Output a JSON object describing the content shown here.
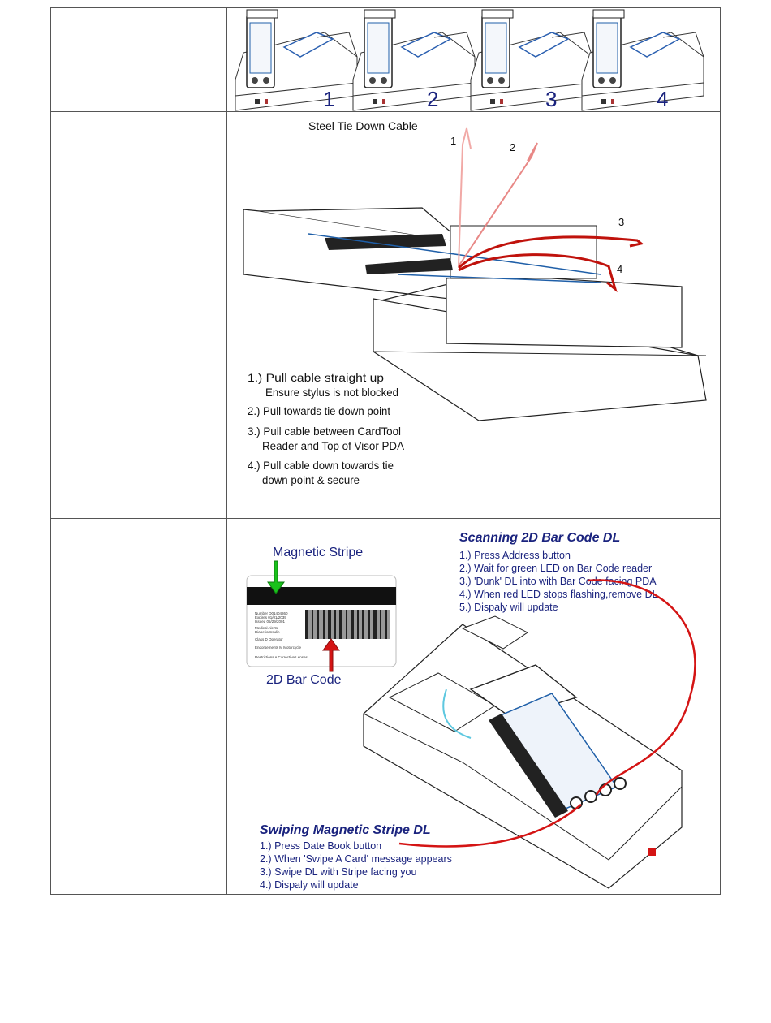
{
  "row1": {
    "step_numbers": [
      "1",
      "2",
      "3",
      "4"
    ]
  },
  "row2": {
    "heading": "Steel Tie Down Cable",
    "callouts": [
      "1",
      "2",
      "3",
      "4"
    ],
    "instructions": [
      {
        "line1": "1.) Pull cable straight up",
        "line2": "Ensure stylus is not blocked"
      },
      {
        "line1": "2.) Pull towards tie down point",
        "line2": ""
      },
      {
        "line1": "3.) Pull cable between CardTool",
        "line2": "Reader and Top of Visor PDA"
      },
      {
        "line1": "4.) Pull cable down towards tie",
        "line2": "down point & secure"
      }
    ]
  },
  "row3": {
    "magnetic_label": "Magnetic Stripe",
    "barcode_label": "2D Bar Code",
    "card_fields": [
      "Number D01404860",
      "Expires 01/01/2039",
      "Issued 05/29/2001",
      "Medical Alerts",
      "Diabetic/Insulin",
      "Class D Operator",
      "Endorsements M Motorcycle",
      "Restrictions A Corrective Lenses"
    ],
    "scan_title": "Scanning 2D Bar Code DL",
    "scan_steps": [
      "Press Address button",
      "Wait for green LED on Bar Code reader",
      "'Dunk' DL into with Bar Code facing PDA",
      "When red LED stops flashing,remove DL",
      "Dispaly will update"
    ],
    "swipe_title": "Swiping Magnetic Stripe DL",
    "swipe_steps": [
      "Press Date Book button",
      "When 'Swipe A Card' message appears",
      "Swipe DL with Stripe facing you",
      "Dispaly will update"
    ],
    "step_prefixes": [
      "1.)",
      "2.)",
      "3.)",
      "4.)",
      "5.)"
    ]
  },
  "colors": {
    "title_navy": "#1a237e",
    "cable_red": "#c0120c",
    "arrow_green": "#19c11b",
    "arrow_red": "#d41414",
    "outline_blue": "#1f5fa8"
  }
}
